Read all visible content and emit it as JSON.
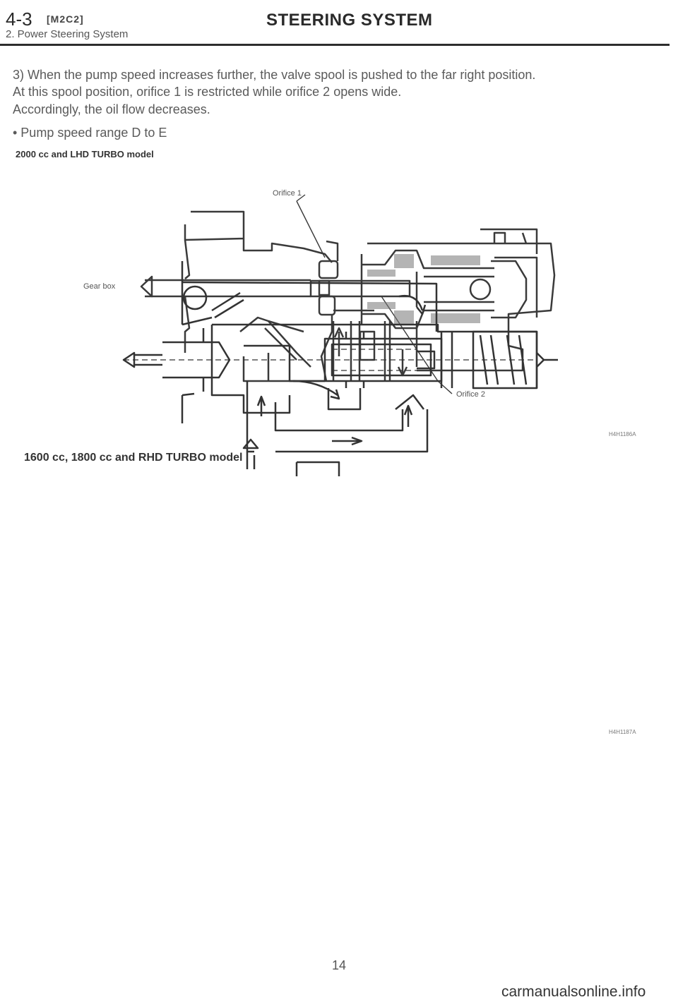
{
  "header": {
    "section_number": "4-3",
    "section_code": "[M2C2]",
    "subsection": "2. Power Steering System",
    "title": "STEERING SYSTEM"
  },
  "body": {
    "paragraph_lines": [
      "3)  When the pump speed increases further, the valve spool is pushed to the far right position.",
      "At this spool position, orifice 1 is restricted while orifice 2 opens wide.",
      "Accordingly, the oil flow decreases."
    ],
    "bullet": "•  Pump speed range D to E"
  },
  "figures": [
    {
      "caption": "2000 cc and LHD TURBO model",
      "labels": {
        "orifice1": "Orifice 1",
        "gearbox": "Gear box",
        "orifice2": "Orifice 2"
      },
      "code": "H4H1186A"
    },
    {
      "caption": "1600 cc, 1800 cc and RHD TURBO model",
      "code": "H4H1187A"
    }
  ],
  "footer": {
    "page_number": "14",
    "watermark": "carmanualsonline.info"
  }
}
